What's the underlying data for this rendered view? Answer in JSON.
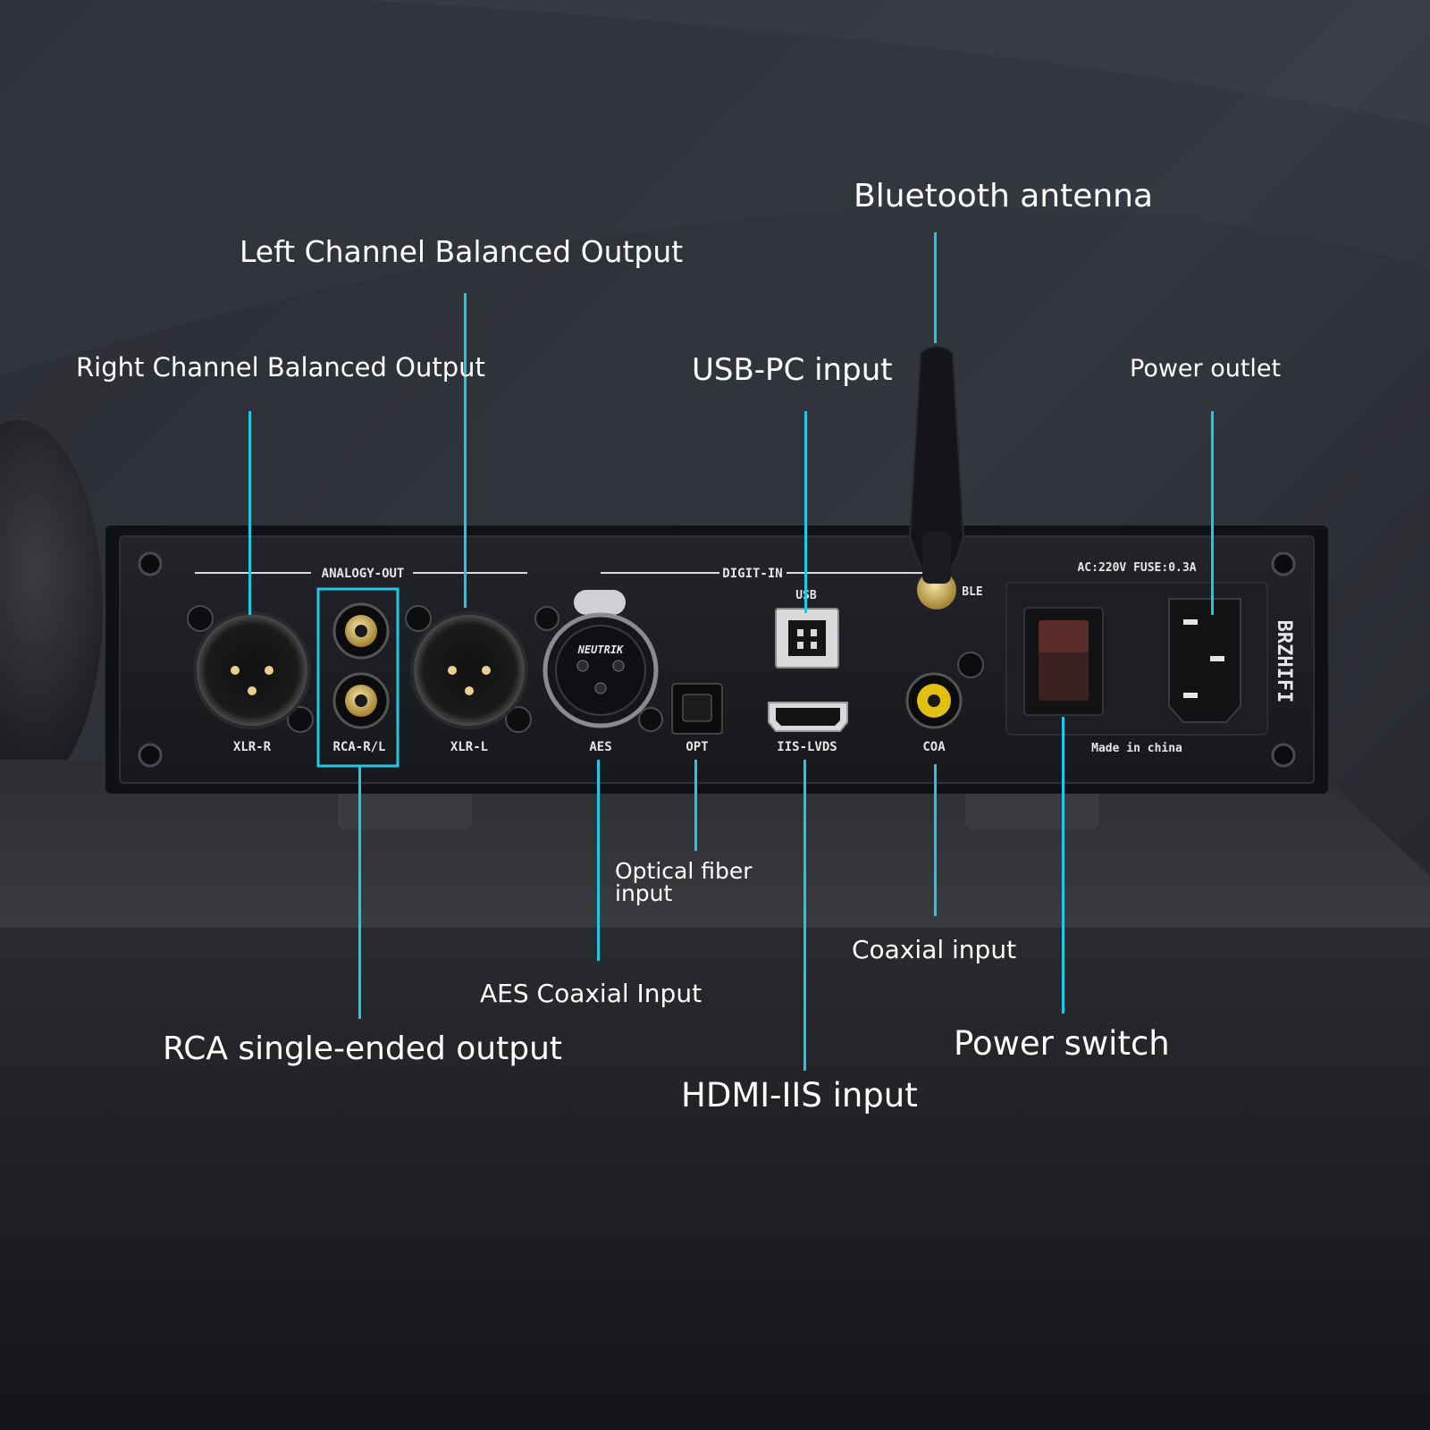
{
  "colors": {
    "leader": "#1ec8e8",
    "panel": "#1b1c1f",
    "background": "#26272c",
    "text": "#ffffff"
  },
  "callouts": {
    "bluetooth_antenna": "Bluetooth antenna",
    "left_balanced": "Left Channel Balanced Output",
    "right_balanced": "Right Channel Balanced Output",
    "usb_pc": "USB-PC input",
    "power_outlet": "Power outlet",
    "optical": "Optical fiber input",
    "coaxial": "Coaxial input",
    "aes": "AES Coaxial Input",
    "rca": "RCA single-ended output",
    "power_switch": "Power switch",
    "hdmi_iis": "HDMI-IIS input"
  },
  "panel": {
    "analog_out": "ANALOGY-OUT",
    "digit_in": "DIGIT-IN",
    "ac_spec": "AC:220V FUSE:0.3A",
    "xlr_r": "XLR-R",
    "rca_rl": "RCA-R/L",
    "xlr_l": "XLR-L",
    "aes": "AES",
    "opt": "OPT",
    "iis_lvds": "IIS-LVDS",
    "coa": "COA",
    "usb": "USB",
    "ble": "BLE",
    "made_in": "Made in china",
    "brand": "BRZHIFI",
    "neutrik": "NEUTRIK"
  }
}
